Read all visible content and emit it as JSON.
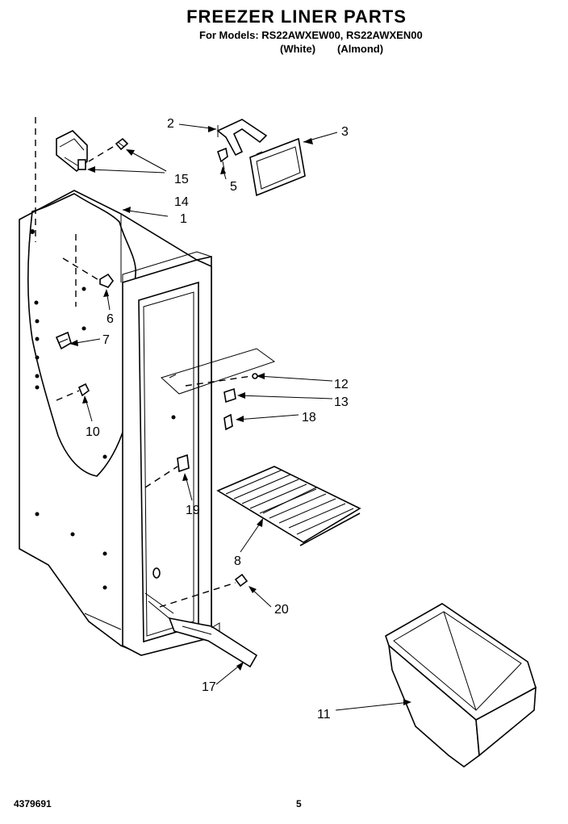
{
  "header": {
    "title": "FREEZER LINER PARTS",
    "models_line": "For Models: RS22AWXEW00, RS22AWXEN00",
    "color_white": "(White)",
    "color_almond": "(Almond)"
  },
  "callouts": {
    "c1": "1",
    "c2": "2",
    "c3": "3",
    "c5": "5",
    "c6": "6",
    "c7": "7",
    "c8": "8",
    "c10": "10",
    "c11": "11",
    "c12": "12",
    "c13": "13",
    "c14": "14",
    "c15": "15",
    "c17": "17",
    "c18": "18",
    "c19": "19",
    "c20": "20"
  },
  "footer": {
    "part_number": "4379691",
    "page_number": "5"
  }
}
